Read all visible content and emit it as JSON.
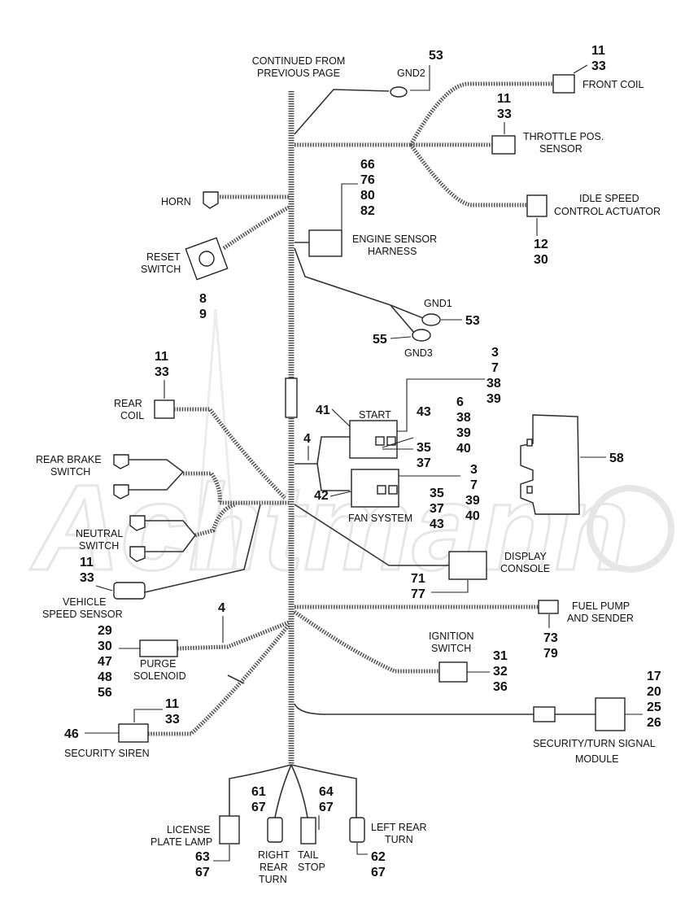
{
  "watermark": "Achtmann",
  "header": {
    "line1": "CONTINUED FROM",
    "line2": "PREVIOUS PAGE"
  },
  "components": {
    "gnd2": {
      "label": "GND2",
      "refs": [
        "53"
      ]
    },
    "front_coil": {
      "label": "FRONT  COIL",
      "refs": [
        "11",
        "33"
      ]
    },
    "throttle": {
      "label_line1": "THROTTLE POS.",
      "label_line2": "SENSOR",
      "refs": [
        "11",
        "33"
      ]
    },
    "idle_speed": {
      "label_line1": "IDLE SPEED",
      "label_line2": "CONTROL ACTUATOR",
      "refs": [
        "12",
        "30"
      ]
    },
    "horn": {
      "label": "HORN"
    },
    "engine_sensor": {
      "label_line1": "ENGINE SENSOR",
      "label_line2": "HARNESS",
      "refs": [
        "66",
        "76",
        "80",
        "82"
      ]
    },
    "reset_switch": {
      "label_line1": "RESET",
      "label_line2": "SWITCH",
      "refs": [
        "8",
        "9"
      ]
    },
    "gnd1": {
      "label": "GND1",
      "refs": [
        "53"
      ]
    },
    "gnd3": {
      "label": "GND3",
      "refs": [
        "55"
      ]
    },
    "start_relay": {
      "label": "START",
      "refs_top": [
        "3",
        "7",
        "38",
        "39"
      ],
      "ref_left": "41",
      "refs_mid": [
        "43",
        "35",
        "37"
      ],
      "refs_right": [
        "6",
        "38",
        "39",
        "40"
      ]
    },
    "fan_relay": {
      "label": "FAN SYSTEM",
      "ref_left": "42",
      "refs_mid": [
        "35",
        "37",
        "43"
      ],
      "refs_right": [
        "3",
        "7",
        "39",
        "40"
      ]
    },
    "splice": {
      "ref": "4"
    },
    "rear_coil": {
      "label_line1": "REAR",
      "label_line2": "COIL",
      "refs": [
        "11",
        "33"
      ]
    },
    "bracket": {
      "ref": "58"
    },
    "rear_brake": {
      "label_line1": "REAR BRAKE",
      "label_line2": "SWITCH"
    },
    "neutral": {
      "label_line1": "NEUTRAL",
      "label_line2": "SWITCH"
    },
    "vss": {
      "label_line1": "VEHICLE",
      "label_line2": "SPEED SENSOR",
      "refs": [
        "11",
        "33"
      ]
    },
    "display": {
      "label_line1": "DISPLAY",
      "label_line2": "CONSOLE",
      "refs": [
        "71",
        "77"
      ]
    },
    "purge": {
      "label_line1": "PURGE",
      "label_line2": "SOLENOID",
      "refs": [
        "29",
        "30",
        "47",
        "48",
        "56"
      ],
      "ref_splice": "4"
    },
    "fuel_pump": {
      "label_line1": "FUEL PUMP",
      "label_line2": "AND SENDER",
      "refs": [
        "73",
        "79"
      ]
    },
    "ignition": {
      "label_line1": "IGNITION",
      "label_line2": "SWITCH",
      "refs": [
        "31",
        "32",
        "36"
      ]
    },
    "security_module": {
      "label_line1": "SECURITY/TURN SIGNAL",
      "label_line2": "MODULE",
      "refs": [
        "17",
        "20",
        "25",
        "26"
      ]
    },
    "siren": {
      "label": "SECURITY SIREN",
      "ref_left": "46",
      "refs": [
        "11",
        "33"
      ]
    },
    "license_lamp": {
      "label_line1": "LICENSE",
      "label_line2": "PLATE LAMP",
      "refs": [
        "63",
        "67"
      ]
    },
    "right_turn": {
      "label_line1": "RIGHT",
      "label_line2": "REAR",
      "label_line3": "TURN",
      "refs": [
        "61",
        "67"
      ]
    },
    "tail_stop": {
      "label_line1": "TAIL",
      "label_line2": "STOP",
      "refs": [
        "64",
        "67"
      ]
    },
    "left_turn": {
      "label_line1": "LEFT REAR",
      "label_line2": "TURN",
      "refs": [
        "62",
        "67"
      ]
    }
  }
}
